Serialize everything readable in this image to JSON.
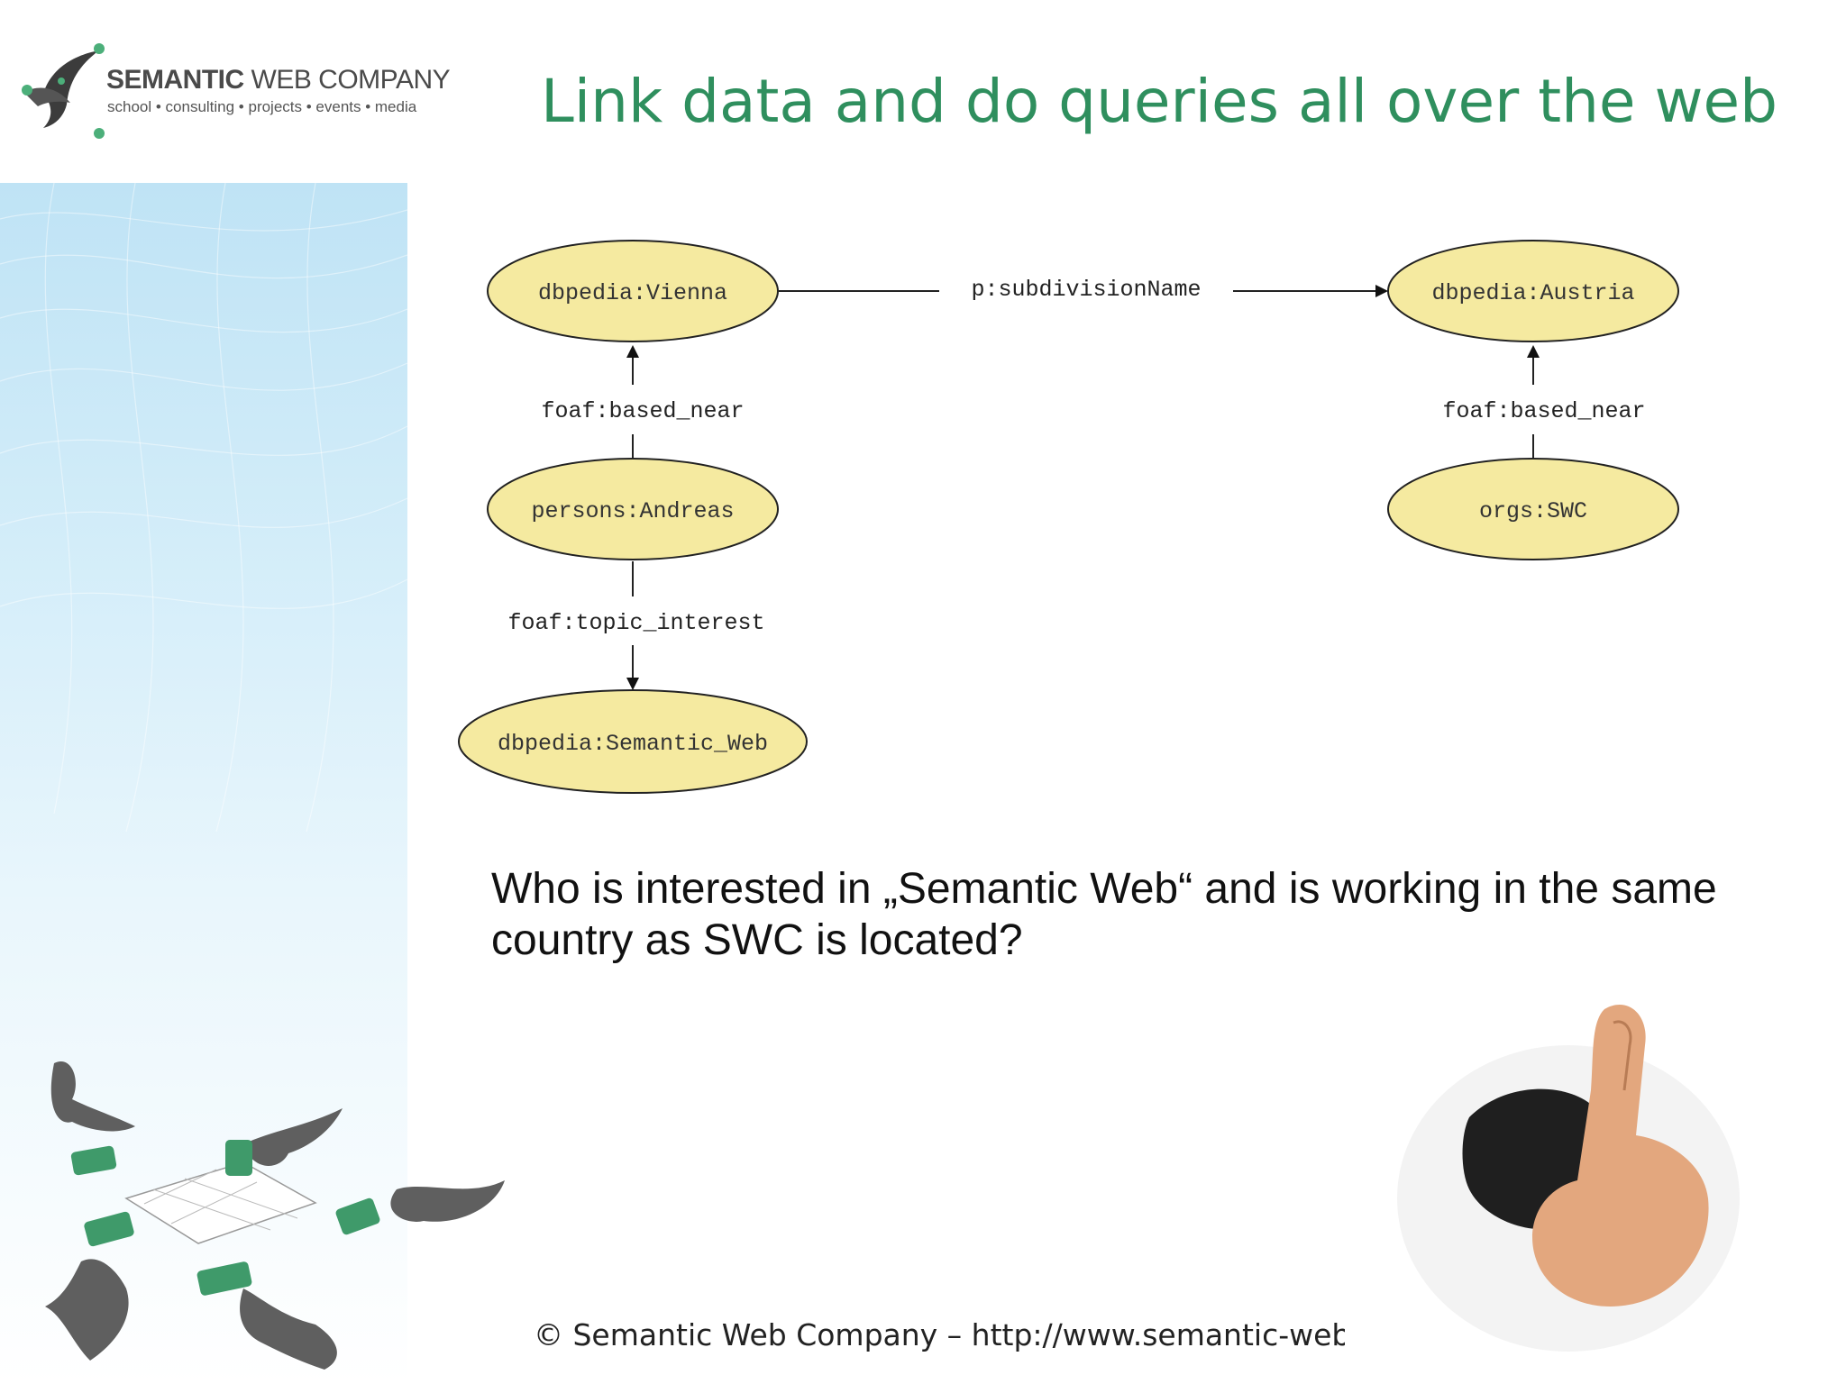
{
  "logo": {
    "name_bold": "SEMANTIC",
    "name_rest": " WEB COMPANY",
    "tagline": "school • consulting • projects • events • media"
  },
  "title": "Link data and do queries all over the web",
  "diagram": {
    "nodes": {
      "vienna": "dbpedia:Vienna",
      "austria": "dbpedia:Austria",
      "andreas": "persons:Andreas",
      "swc": "orgs:SWC",
      "semantic_web": "dbpedia:Semantic_Web"
    },
    "edges": {
      "subdivision": "p:subdivisionName",
      "based_near_left": "foaf:based_near",
      "based_near_right": "foaf:based_near",
      "topic_interest": "foaf:topic_interest"
    },
    "colors": {
      "node_fill": "#f5eaa0",
      "node_stroke": "#222222",
      "title": "#2f8f5e"
    }
  },
  "question": "Who is interested in „Semantic Web“ and is working in the same country as SWC is located?",
  "footer": "© Semantic Web Company – http://www.semantic-web.at/"
}
